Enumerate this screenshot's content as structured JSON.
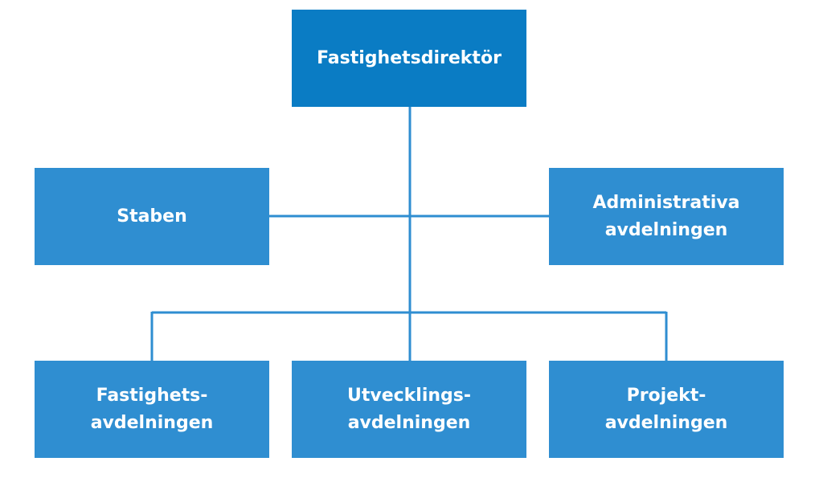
{
  "org_chart": {
    "top": {
      "lines": [
        "Fastighetsdirektör"
      ]
    },
    "middle": [
      {
        "lines": [
          "Staben"
        ]
      },
      {
        "lines": [
          "Administrativa",
          "avdelningen"
        ]
      }
    ],
    "bottom": [
      {
        "lines": [
          "Fastighets-",
          "avdelningen"
        ]
      },
      {
        "lines": [
          "Utvecklings-",
          "avdelningen"
        ]
      },
      {
        "lines": [
          "Projekt-",
          "avdelningen"
        ]
      }
    ]
  },
  "colors": {
    "top_box": "#0a7cc4",
    "dept_box": "#2f8ed1",
    "connector": "#2f8ed1",
    "text": "#ffffff"
  }
}
